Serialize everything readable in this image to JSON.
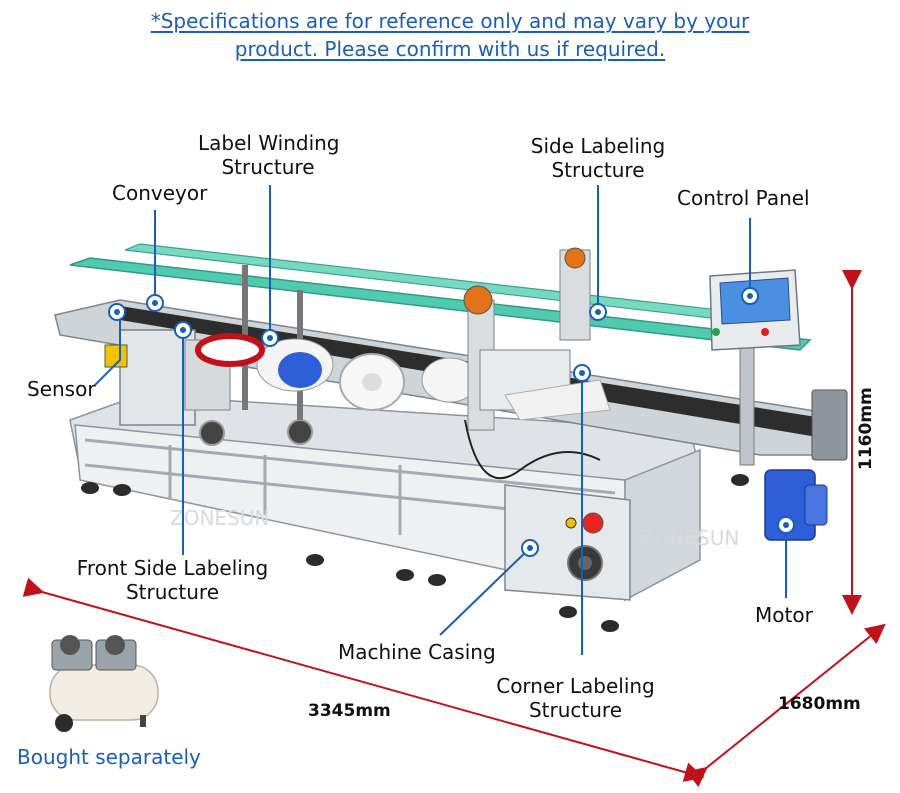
{
  "notice": {
    "line1": "*Specifications are for reference only and may vary by your",
    "line2": "product. Please confirm with us if required."
  },
  "labels": {
    "label_winding_1": "Label Winding",
    "label_winding_2": "Structure",
    "side_labeling_1": "Side Labeling",
    "side_labeling_2": "Structure",
    "conveyor": "Conveyor",
    "control_panel": "Control Panel",
    "sensor": "Sensor",
    "front_side_1": "Front Side Labeling",
    "front_side_2": "Structure",
    "machine_casing": "Machine Casing",
    "corner_1": "Corner Labeling",
    "corner_2": "Structure",
    "motor": "Motor"
  },
  "dimensions": {
    "height": "1160mm",
    "length": "3345mm",
    "width": "1680mm"
  },
  "accessory": {
    "caption": "Bought separately"
  },
  "colors": {
    "callout": "#1a5fb4",
    "dimension_line": "#c0121b",
    "conveyor_rail": "#3fc6a8",
    "frame": "#c9ced3"
  },
  "watermark": "ZONESUN"
}
